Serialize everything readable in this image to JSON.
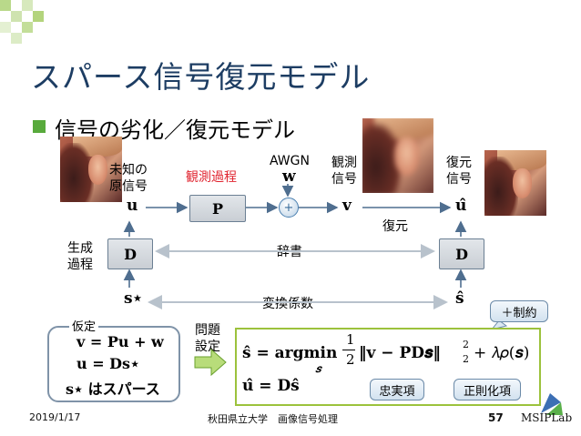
{
  "title": "スパース信号復元モデル",
  "bullet": "信号の劣化／復元モデル",
  "labels": {
    "unknown_original": "未知の",
    "unknown_original2": "原信号",
    "observation_process": "観測過程",
    "awgn": "AWGN",
    "observed": "観測",
    "observed2": "信号",
    "restored": "復元",
    "restored2": "信号",
    "restore": "復元",
    "generation": "生成",
    "generation2": "過程",
    "dictionary": "辞書",
    "transform_coef": "変換係数",
    "problem": "問題",
    "problem2": "設定",
    "assumption": "仮定",
    "constraint": "＋制約",
    "fidelity": "忠実項",
    "regularization": "正則化項"
  },
  "symbols": {
    "u": "𝐮",
    "w": "𝐰",
    "v": "𝐯",
    "u_hat": "𝐮̂",
    "s_star": "𝐬⋆",
    "s_hat": "𝐬̂",
    "plus": "+",
    "P": "P",
    "D_left": "D",
    "D_right": "D"
  },
  "assumptions": [
    "𝐯 = 𝐏𝐮 + 𝐰",
    "𝐮 = 𝐃𝐬⋆",
    "𝐬⋆ はスパース"
  ],
  "formula": {
    "line1_lhs": "𝐬̂ = argmin",
    "line1_sub": "𝒔",
    "frac_num": "1",
    "frac_den": "2",
    "line1_rhs": "‖𝐯 − 𝐏𝐃𝒔‖",
    "norm_sub": "2",
    "norm_sup": "2",
    "line1_tail": "+ 𝜆𝜌(𝒔)",
    "line2": "𝐮̂ = 𝐃𝐬̂"
  },
  "footer": {
    "date": "2019/1/17",
    "course": "秋田県立大学　画像信号処理",
    "page": "57",
    "logo": "MSIPLab"
  },
  "colors": {
    "title": "#1d3d63",
    "accent_green": "#58aa3c",
    "red_label": "#e0242f",
    "formula_border": "#9cc23c",
    "arrow": "#4f6e8f"
  }
}
